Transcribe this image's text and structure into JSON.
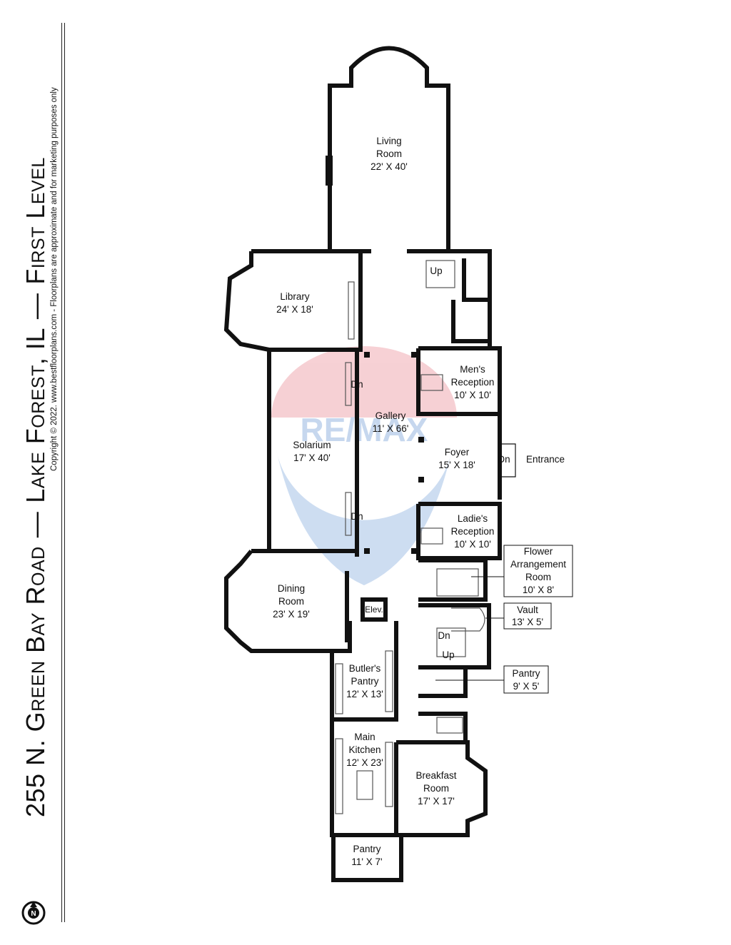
{
  "title": {
    "address": "255 N. Green Bay Road",
    "separator1": "—",
    "city": "Lake Forest, IL",
    "separator2": "—",
    "level": "First Level"
  },
  "copyright": "Copyright © 2022. www.bestfloorplans.com - Floorplans are approximate and for marketing purposes only",
  "compass_letter": "N",
  "watermark": "RE/MAX",
  "rooms": {
    "living": [
      "Living",
      "Room",
      "22' X 40'"
    ],
    "library": [
      "Library",
      "24' X 18'"
    ],
    "gallery": [
      "Gallery",
      "11' X 66'"
    ],
    "solarium": [
      "Solarium",
      "17' X 40'"
    ],
    "mens": [
      "Men's",
      "Reception",
      "10' X 10'"
    ],
    "foyer": [
      "Foyer",
      "15' X 18'"
    ],
    "ladies": [
      "Ladie's",
      "Reception",
      "10' X 10'"
    ],
    "dining": [
      "Dining",
      "Room",
      "23' X 19'"
    ],
    "butlers": [
      "Butler's",
      "Pantry",
      "12' X 13'"
    ],
    "kitchen": [
      "Main",
      "Kitchen",
      "12' X 23'"
    ],
    "breakfast": [
      "Breakfast",
      "Room",
      "17' X 17'"
    ],
    "pantry_small": [
      "Pantry",
      "11' X 7'"
    ]
  },
  "callouts": {
    "entrance": "Entrance",
    "flower": [
      "Flower",
      "Arrangement",
      "Room",
      "10' X 8'"
    ],
    "vault": [
      "Vault",
      "13' X 5'"
    ],
    "pantry": [
      "Pantry",
      "9' X 5'"
    ]
  },
  "markers": {
    "up": "Up",
    "dn": "Dn",
    "elev": "Elev."
  }
}
